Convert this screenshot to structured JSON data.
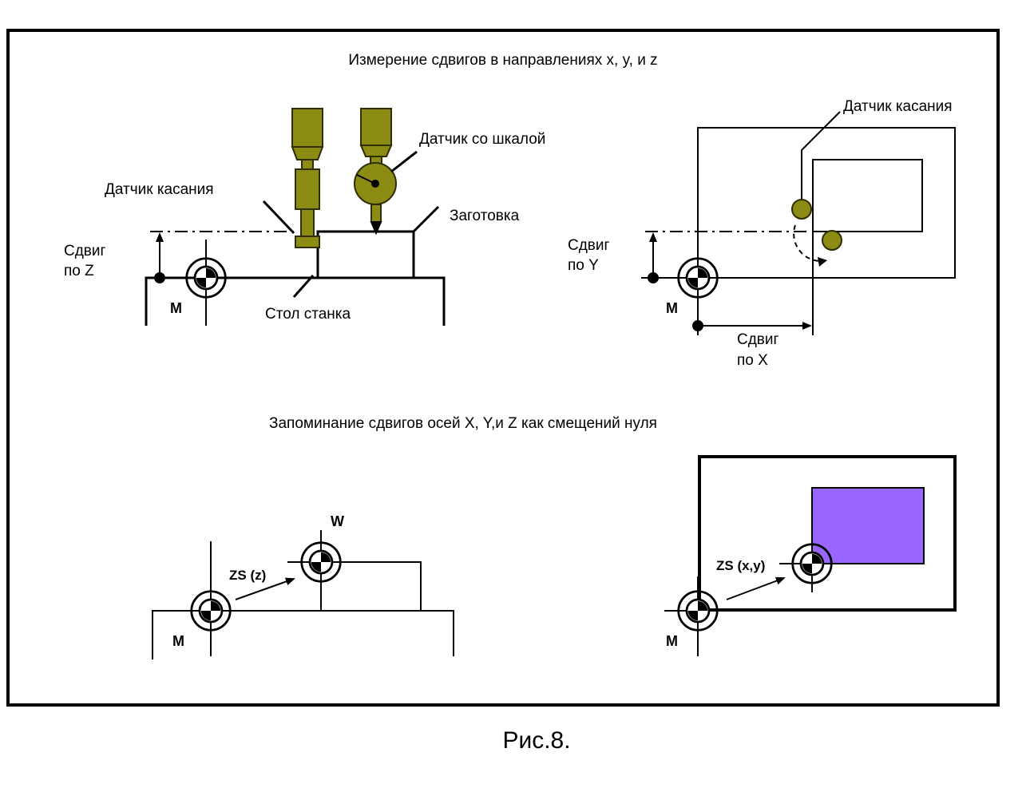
{
  "colors": {
    "sensor": "#8c8c14",
    "sensor_stroke": "#2e2e00",
    "workpiece_fill": "#9966ff",
    "line": "#000000"
  },
  "section_top": {
    "title": "Измерение сдвигов в направлениях x, y, и z",
    "touch_probe": "Датчик касания",
    "dial_probe": "Датчик со шкалой",
    "workpiece": "Заготовка",
    "table": "Стол станка",
    "shift_z": [
      "Сдвиг",
      "по Z"
    ],
    "shift_y": [
      "Сдвиг",
      "по Y"
    ],
    "shift_x": [
      "Сдвиг",
      "по X"
    ],
    "touch_probe_right": "Датчик касания",
    "machine_zero_left": "M",
    "machine_zero_right": "M"
  },
  "section_bottom": {
    "title": "Запоминание сдвигов осей X, Y,и Z как смещений нуля",
    "workpiece_zero": "W",
    "zs_z": "ZS (z)",
    "zs_xy": "ZS (x,y)",
    "machine_zero_left": "M",
    "machine_zero_right": "M"
  },
  "caption": "Рис.8.",
  "icons": [
    "machine-zero-symbol",
    "workpiece-zero-symbol",
    "touch-probe-icon",
    "dial-probe-icon"
  ]
}
